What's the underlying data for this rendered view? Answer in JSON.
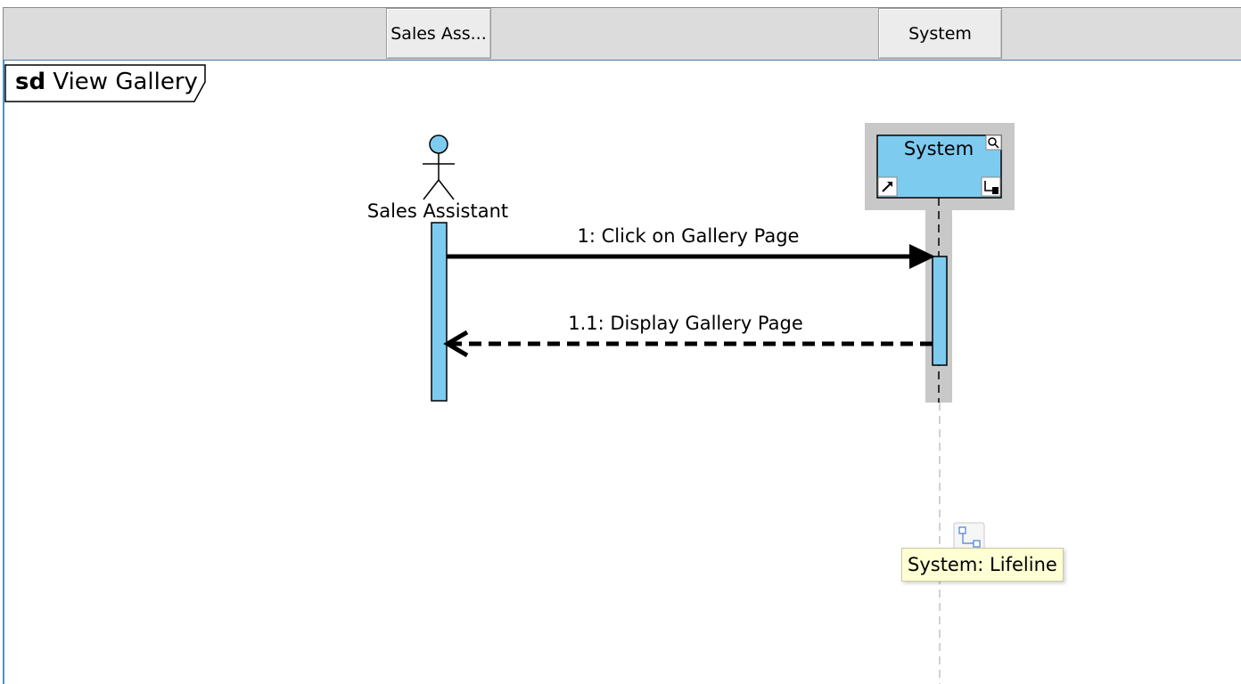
{
  "header": {
    "lifeline_buttons": [
      "Sales Ass...",
      "System"
    ]
  },
  "frame": {
    "keyword": "sd",
    "name": "View Gallery"
  },
  "actor": {
    "name": "Sales Assistant"
  },
  "lifeline": {
    "name": "System"
  },
  "messages": [
    {
      "label": "1: Click on Gallery Page",
      "kind": "synchronous"
    },
    {
      "label": "1.1: Display Gallery Page",
      "kind": "reply"
    }
  ],
  "tooltip": {
    "text": "System: Lifeline"
  },
  "colors": {
    "fill": "#7ecbf0",
    "selection": "#c8c8c8",
    "tooltip_bg": "#ffffd4",
    "header_accent": "#4a78a8"
  }
}
